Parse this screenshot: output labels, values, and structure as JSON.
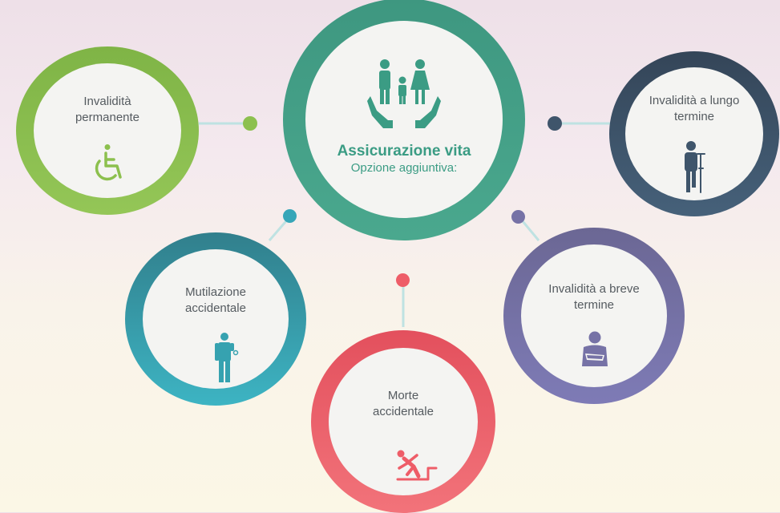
{
  "center": {
    "title": "Assicurazione vita",
    "subtitle": "Opzione aggiuntiva:",
    "icon": "family-hands-icon",
    "color": "#3f9c85"
  },
  "options": [
    {
      "id": "invalidita-permanente",
      "line1": "Invalidità",
      "line2": "permanente",
      "icon": "wheelchair-icon",
      "color": "#8cc04e"
    },
    {
      "id": "mutilazione-accidentale",
      "line1": "Mutilazione",
      "line2": "accidentale",
      "icon": "amputee-icon",
      "color": "#36a2b0"
    },
    {
      "id": "morte-accidentale",
      "line1": "Morte",
      "line2": "accidentale",
      "icon": "falling-person-icon",
      "color": "#ee5d68"
    },
    {
      "id": "invalidita-breve-termine",
      "line1": "Invalidità a breve",
      "line2": "termine",
      "icon": "arm-sling-icon",
      "color": "#7672a6"
    },
    {
      "id": "invalidita-lungo-termine",
      "line1": "Invalidità a lungo",
      "line2": "termine",
      "icon": "crutches-icon",
      "color": "#3f556b"
    }
  ]
}
